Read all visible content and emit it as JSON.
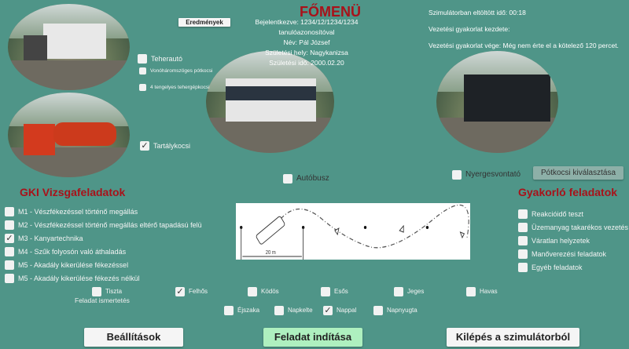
{
  "title": "FŐMENÜ",
  "results_button": "Eredmények",
  "user": {
    "login": "Bejelentkezve: 1234/12/1234/1234 tanulóazonosítóval",
    "name": "Név: Pál József",
    "birthplace": "Születési hely: Nagykanizsa",
    "birthdate": "Születési idő: 2000.02.20"
  },
  "status": {
    "time": "Szimulátorban eltöltött idő: 00:18",
    "start": "Vezetési gyakorlat kezdete:",
    "end": "Vezetési gyakorlat vége: Még nem érte el a kötelező 120 percet."
  },
  "vehicles": {
    "truck": "Teherautó",
    "trailer": "Vonóháromszöges pótkocsi",
    "four_axle": "4 tengelyes tehergépkocsi",
    "tanker": "Tartálykocsi",
    "bus": "Autóbusz",
    "semi": "Nyergesvontató",
    "trailer_select": "Pótkocsi kiválasztása"
  },
  "exam": {
    "title": "GKI Vizsgafeladatok",
    "items": [
      {
        "label": "M1 - Vészfékezéssel történő megállás",
        "checked": false
      },
      {
        "label": "M2 - Vészfékezéssel történő megállás eltérő tapadású felü",
        "checked": false
      },
      {
        "label": "M3 - Kanyartechnika",
        "checked": true
      },
      {
        "label": "M4 - Szűk folyosón való áthaladás",
        "checked": false
      },
      {
        "label": "M5 - Akadály kikerülése fékezéssel",
        "checked": false
      },
      {
        "label": "M5 - Akadály kikerülése fékezés nélkül",
        "checked": false
      }
    ]
  },
  "diagram": {
    "distance": "20 m"
  },
  "practice": {
    "title": "Gyakorló feladatok",
    "items": [
      "Reakcióidő teszt",
      "Üzemanyag takarékos vezetés",
      "Váratlan helyzetek",
      "Manőverezési feladatok",
      "Egyéb feladatok"
    ]
  },
  "weather": [
    {
      "label": "Tiszta",
      "checked": false
    },
    {
      "label": "Felhős",
      "checked": true
    },
    {
      "label": "Ködös",
      "checked": false
    },
    {
      "label": "Esős",
      "checked": false
    },
    {
      "label": "Jeges",
      "checked": false
    },
    {
      "label": "Havas",
      "checked": false
    }
  ],
  "daytime": [
    {
      "label": "Éjszaka",
      "checked": false
    },
    {
      "label": "Napkelte",
      "checked": false
    },
    {
      "label": "Nappal",
      "checked": true
    },
    {
      "label": "Napnyugta",
      "checked": false
    }
  ],
  "task_description": "Feladat ismertetés",
  "buttons": {
    "settings": "Beállítások",
    "start": "Feladat indítása",
    "exit": "Kilépés a szimulátorból"
  }
}
